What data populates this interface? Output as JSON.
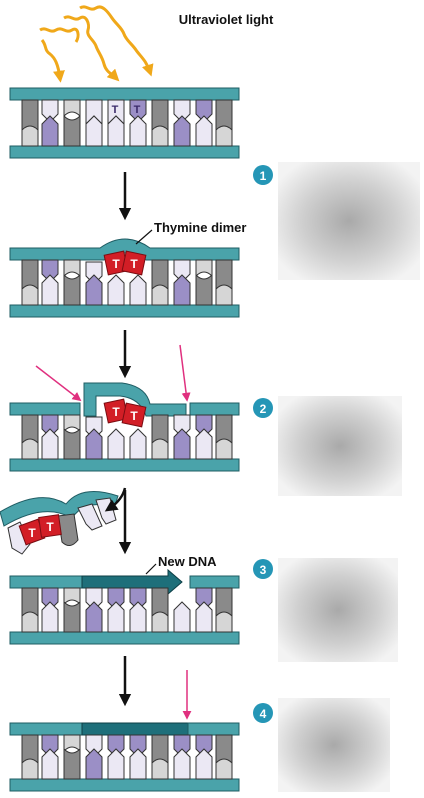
{
  "labels": {
    "uv_light": "Ultraviolet light",
    "thymine_dimer": "Thymine dimer",
    "new_dna": "New DNA"
  },
  "thymine": {
    "letter": "T"
  },
  "steps": [
    {
      "number": "1"
    },
    {
      "number": "2"
    },
    {
      "number": "3"
    },
    {
      "number": "4"
    }
  ],
  "colors": {
    "backbone": "#4aa3aa",
    "backbone_stroke": "#1f5c63",
    "new_dna": "#1e6f7a",
    "purine": "#9b8fc6",
    "pyrimidine": "#ebe8f4",
    "gray_dark": "#8a8a8a",
    "gray_light": "#d6d6d6",
    "dimer_red": "#d21e26",
    "uv_arrow": "#f0a81a",
    "pink_arrow": "#e0307f",
    "step_badge": "#2596b6"
  }
}
